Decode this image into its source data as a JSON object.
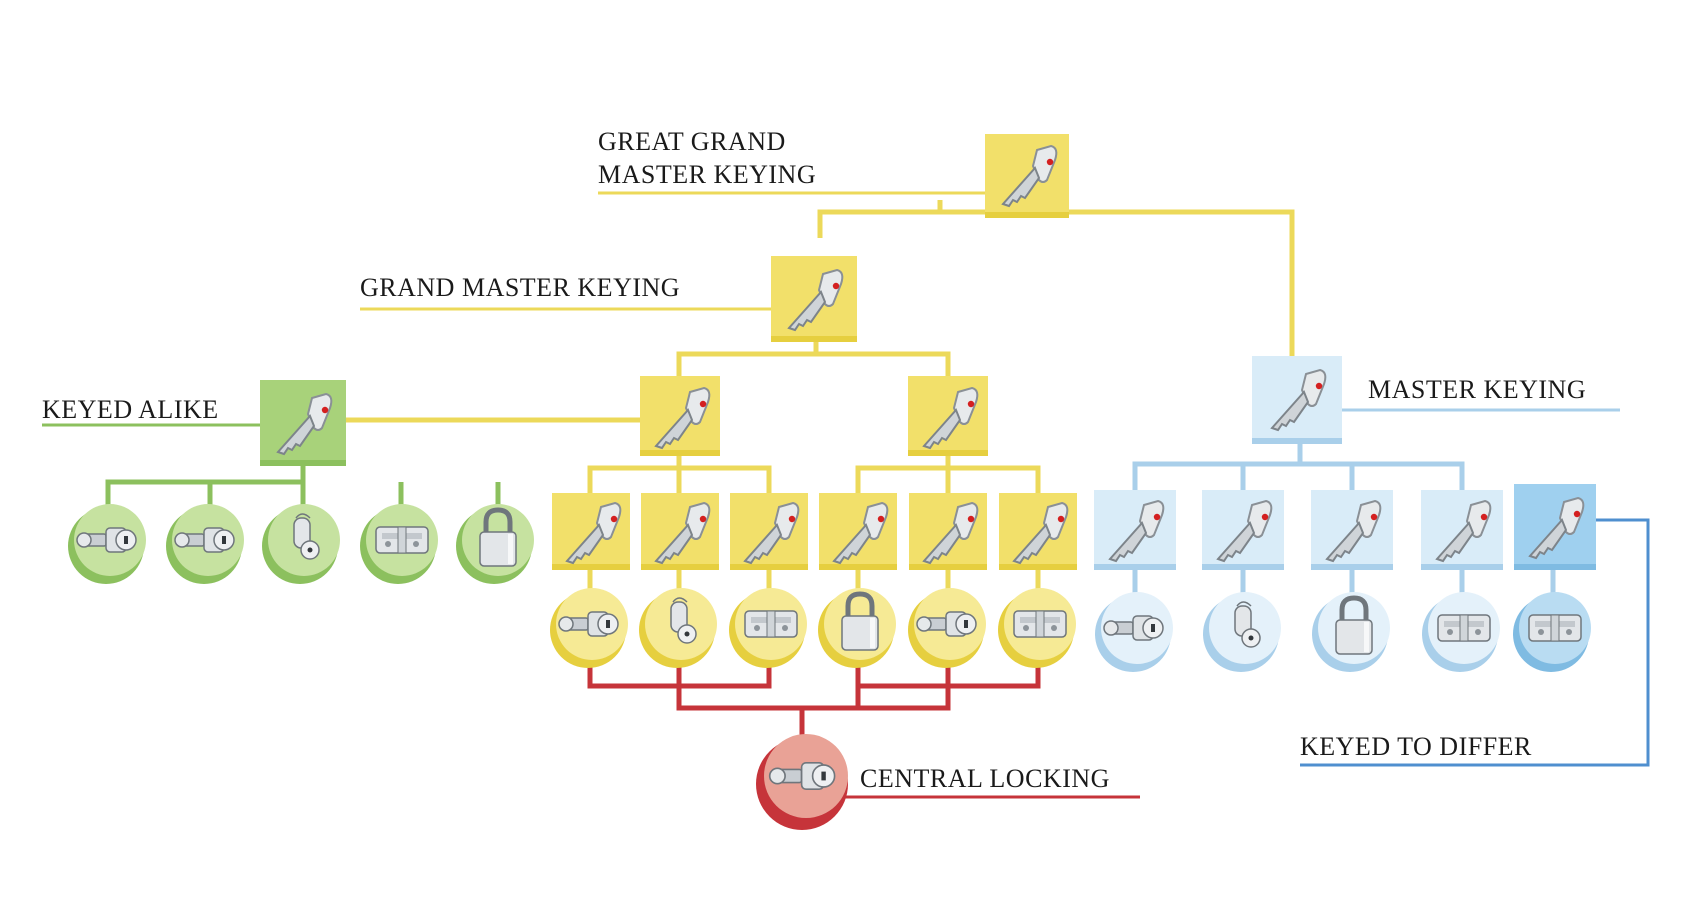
{
  "labels": {
    "great_grand_line1": "GREAT GRAND",
    "great_grand_line2": "MASTER KEYING",
    "grand_master": "GRAND MASTER KEYING",
    "keyed_alike": "KEYED ALIKE",
    "master_keying": "MASTER KEYING",
    "central_locking": "CENTRAL LOCKING",
    "keyed_to_differ": "KEYED TO DIFFER"
  },
  "colors": {
    "yellow": "#f2e06a",
    "yellow_dark": "#e6cf3f",
    "yellow_line": "#ecd95a",
    "green": "#a8d27a",
    "green_dark": "#8cc05e",
    "green_line": "#8cc05e",
    "blue_light": "#d9ecf8",
    "blue_mid": "#9fd0ef",
    "blue_line": "#a9cfea",
    "blue_dark_line": "#4f8fcf",
    "red": "#c6343a",
    "red_circle": "#e9a296",
    "key_metal": "#c7ccd1",
    "key_dot": "#d42020"
  },
  "icons": {
    "key": "key-icon",
    "knob_cylinder": "knob-cylinder-icon",
    "cam_lock": "cam-lock-icon",
    "euro_cylinder": "euro-cylinder-icon",
    "padlock": "padlock-icon"
  }
}
